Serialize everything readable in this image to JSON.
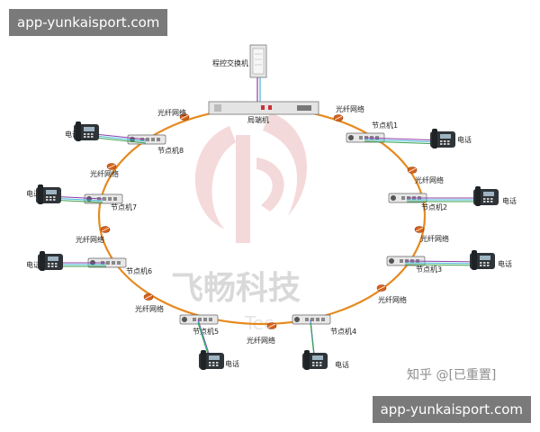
{
  "watermark": {
    "cn": "飞畅科技",
    "en": "Tec"
  },
  "overlays": {
    "top": "app-yunkaisport.com",
    "bottom": "app-yunkaisport.com",
    "credit": "知乎 @[已重置]"
  },
  "switchboard": {
    "label": "程控交换机"
  },
  "central": {
    "label": "局端机"
  },
  "fiber_label": "光纤网络",
  "phone_label": "电话",
  "nodes": [
    {
      "id": 1,
      "label": "节点机1"
    },
    {
      "id": 2,
      "label": "节点机2"
    },
    {
      "id": 3,
      "label": "节点机3"
    },
    {
      "id": 4,
      "label": "节点机4"
    },
    {
      "id": 5,
      "label": "节点机5"
    },
    {
      "id": 6,
      "label": "节点机6"
    },
    {
      "id": 7,
      "label": "节点机7"
    },
    {
      "id": 8,
      "label": "节点机8"
    }
  ],
  "colors": {
    "ring": "#e58a1f",
    "logo": "#c8323a",
    "cable_purple": "#8b3fa8",
    "cable_cyan": "#3fb7d6",
    "cable_green": "#37a04a"
  }
}
